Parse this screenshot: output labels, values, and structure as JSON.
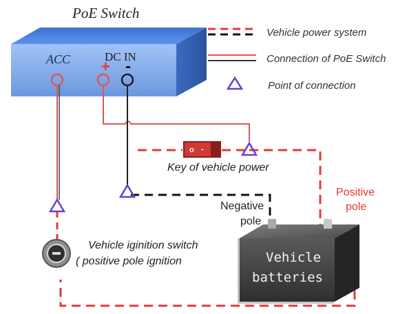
{
  "title": "PoE Switch",
  "switch": {
    "acc_label": "ACC",
    "dcin_label": "DC IN",
    "plus_label": "+",
    "minus_label": "-"
  },
  "legend": [
    {
      "label": "Vehicle power system",
      "style": "dashed",
      "colors": [
        "#e53935",
        "#111111"
      ]
    },
    {
      "label": "Connection of  PoE Switch",
      "style": "solid",
      "colors": [
        "#e05555",
        "#333333"
      ]
    },
    {
      "label": "Point of connection",
      "style": "triangle",
      "colors": [
        "#6a3fd0"
      ]
    }
  ],
  "labels": {
    "key": "Key of vehicle power",
    "positive_line1": "Positive",
    "positive_line2": "pole",
    "negative_line1": "Negative",
    "negative_line2": "pole",
    "ignition_line1": "Vehicle iginition switch",
    "ignition_line2": "( positive pole ignition",
    "battery_line1": "Vehicle",
    "battery_line2": "batteries"
  },
  "colors": {
    "switch_box": "#6f9be0",
    "switch_box_top": "#9ec1f3",
    "switch_box_side": "#3d6fc1",
    "red_wire": "#d85a5a",
    "dark_wire": "#333333",
    "dashed_red": "#e53935",
    "dashed_black": "#111111",
    "connection_point": "#6a3fd0",
    "positive_text": "#e53935",
    "battery_body": "#3f3f3f"
  }
}
